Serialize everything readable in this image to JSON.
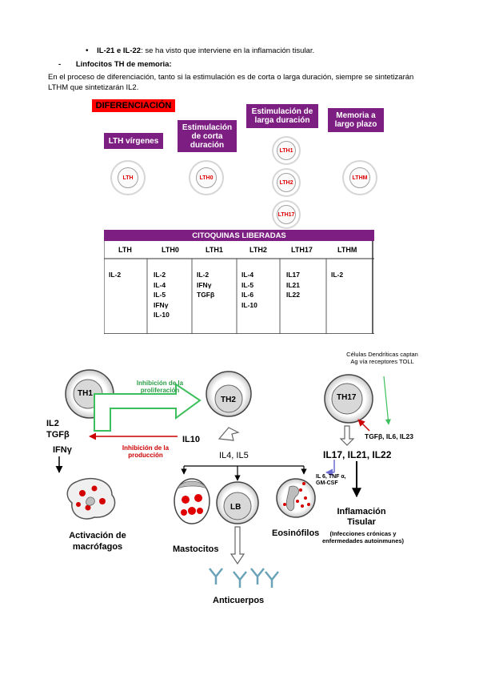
{
  "intro": {
    "bullet_bold": "IL-21 e IL-22",
    "bullet_rest": ": se ha visto que interviene en la inflamación tisular.",
    "heading_dash": "-",
    "heading": "Linfocitos TH de memoria:",
    "para_line1": "En el proceso de diferenciación, tanto si la estimulación es de corta o larga duración, siempre se sintetizarán",
    "para_line2": "LTHM que sintetizarán IL2."
  },
  "diff": {
    "title": "DIFERENCIACIÓN",
    "box_virgin": "LTH vírgenes",
    "box_short": "Estimulación de corta duración",
    "box_long": "Estimulación de larga duración",
    "box_memory": "Memoria a largo plazo",
    "cell_lth": "LTH",
    "cell_lth0": "LTH0",
    "cell_lth1": "LTH1",
    "cell_lth2": "LTH2",
    "cell_lth17": "LTH17",
    "cell_lthm": "LTHM"
  },
  "table": {
    "header": "CITOQUINAS LIBERADAS",
    "cols": [
      "LTH",
      "LTH0",
      "LTH1",
      "LTH2",
      "LTH17",
      "LTHM"
    ],
    "lth": [
      "IL-2"
    ],
    "lth0": [
      "IL-2",
      "IL-4",
      "IL-5",
      "IFNγ",
      "IL-10"
    ],
    "lth1": [
      "IL-2",
      "IFNγ",
      "TGFβ"
    ],
    "lth2": [
      "IL-4",
      "IL-5",
      "IL-6",
      "IL-10"
    ],
    "lth17": [
      "IL17",
      "IL21",
      "IL22"
    ],
    "lthm": [
      "IL-2"
    ]
  },
  "diagram": {
    "th1": "TH1",
    "th2": "TH2",
    "th17": "TH17",
    "lb": "LB",
    "il2": "IL2",
    "tgfb": "TGFβ",
    "ifng": "IFNγ",
    "inhib_prolif": "Inhibición de la proliferación",
    "inhib_prod": "Inhibición de la producción",
    "il10": "IL10",
    "il4_il5": "IL4, IL5",
    "dendritic": "Células Dendríticas captan Ag vía receptores TOLL",
    "tgfb_il6_il23": "TGFβ, IL6, IL23",
    "il17_21_22": "IL17, IL21, IL22",
    "il6_tnf": "IL 6, TNF α, GM-CSF",
    "activation": "Activación de macrófagos",
    "mastocitos": "Mastocitos",
    "eosinofilos": "Eosinófilos",
    "anticuerpos": "Anticuerpos",
    "inflam_title": "Inflamación Tisular",
    "inflam_sub": "(Infecciones crónicas y enfermedades autoinmunes)"
  },
  "colors": {
    "purple": "#7d1e82",
    "red": "#ff0000",
    "green": "#3cbf5c",
    "darkred": "#cc0000"
  }
}
